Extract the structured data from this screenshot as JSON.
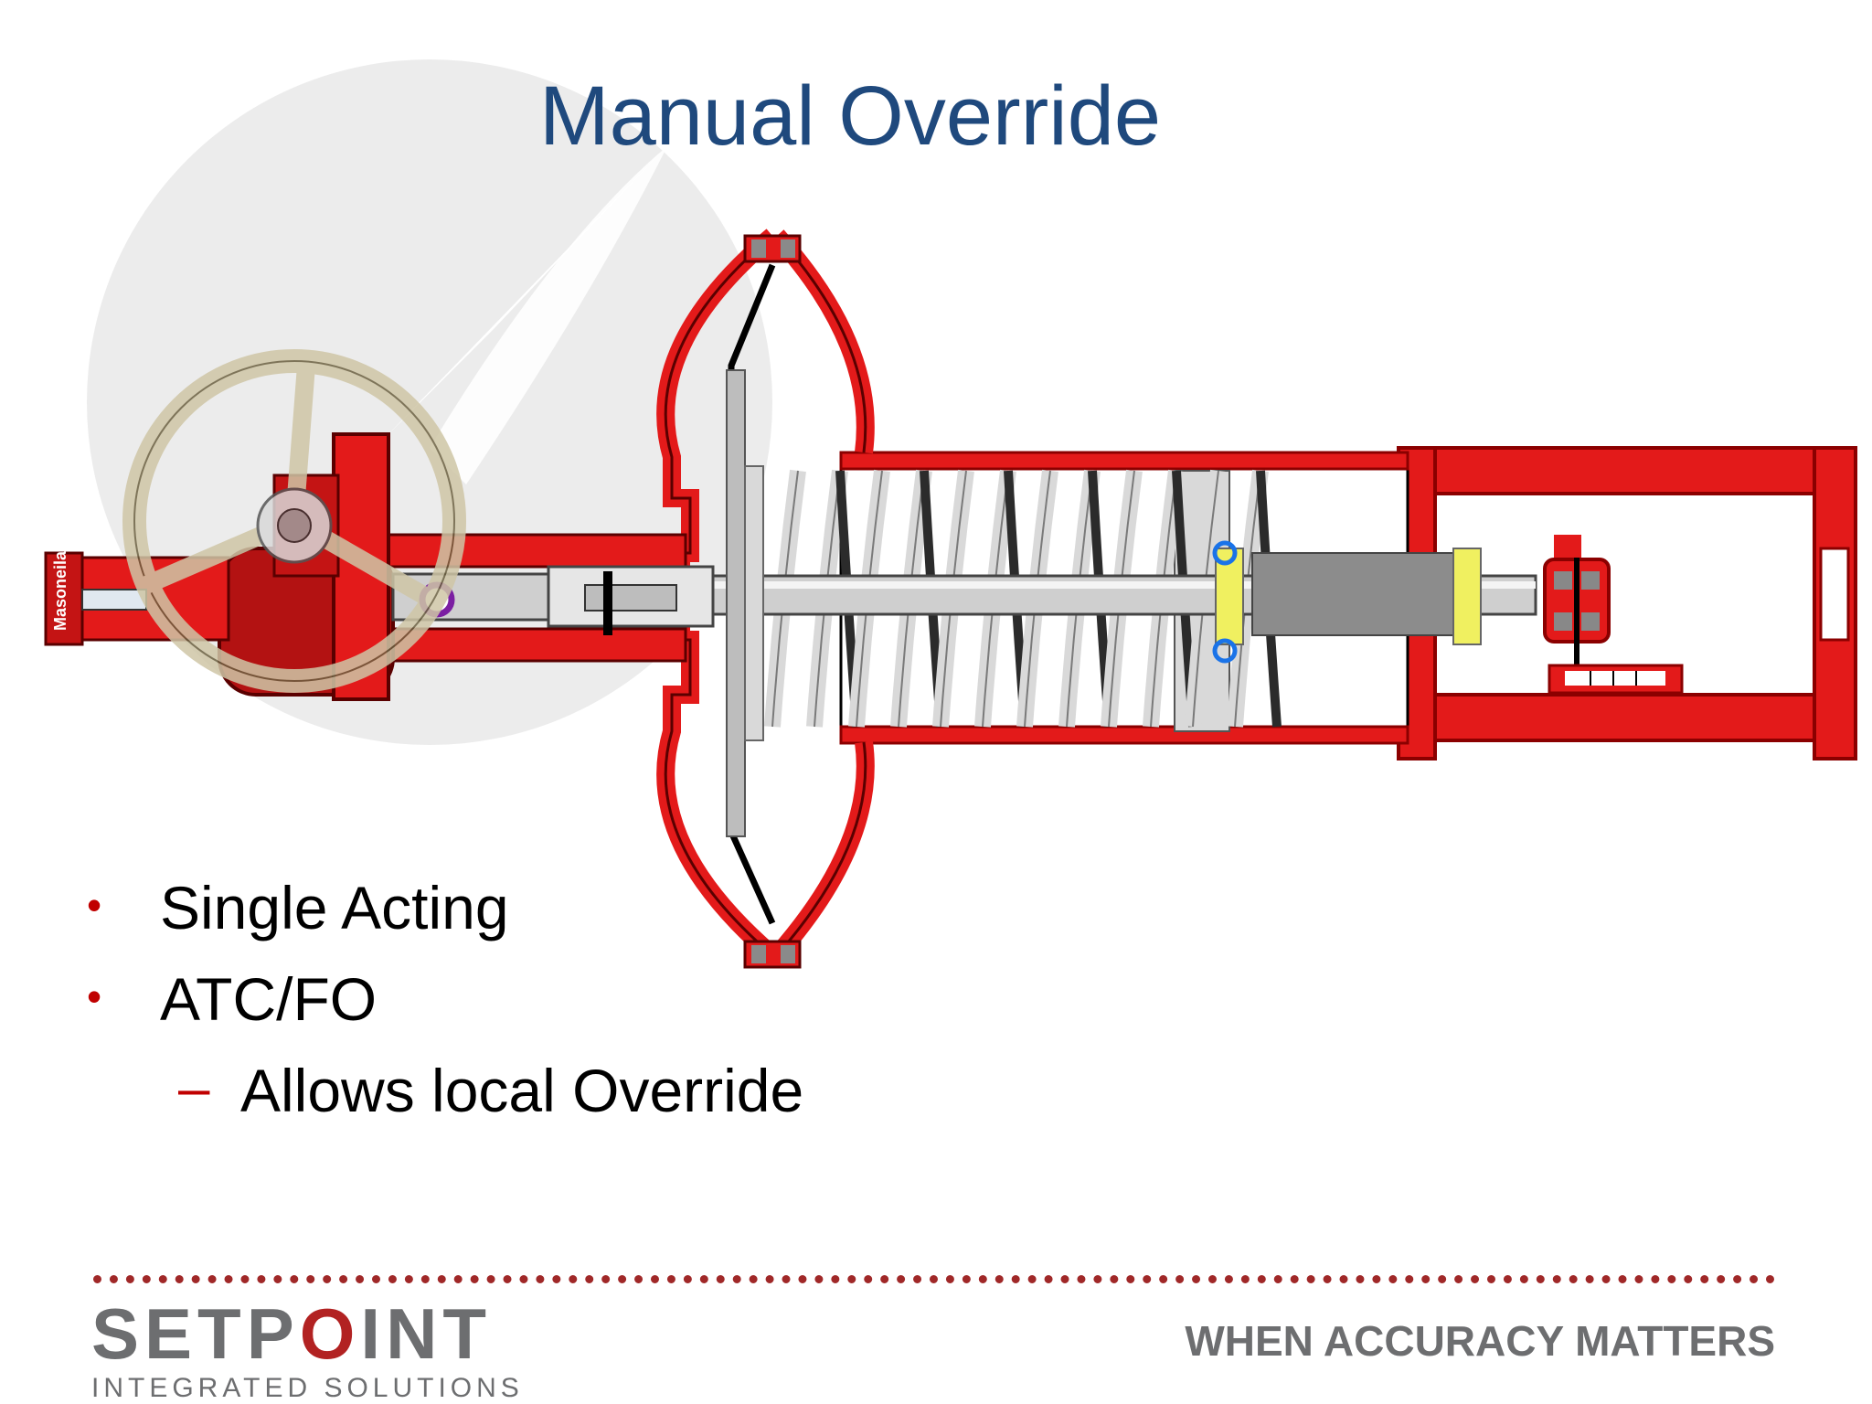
{
  "slide": {
    "title": "Manual Override",
    "bullets": [
      {
        "text": "Single Acting"
      },
      {
        "text": "ATC/FO"
      }
    ],
    "sub_bullet": "Allows local Override"
  },
  "diagram": {
    "handwheel_plate_text": "Masoneilan",
    "colors": {
      "housing_red": "#e31a1a",
      "dark_red": "#8b0000",
      "spring_gray": "#d9d9d9",
      "handwheel_tan": "#d8d0b8"
    }
  },
  "footer": {
    "logo_main_left": "SETP",
    "logo_main_o": "O",
    "logo_main_right": "INT",
    "logo_sub": "INTEGRATED SOLUTIONS",
    "tagline": "WHEN ACCURACY MATTERS",
    "rule_color": "#a02828"
  }
}
